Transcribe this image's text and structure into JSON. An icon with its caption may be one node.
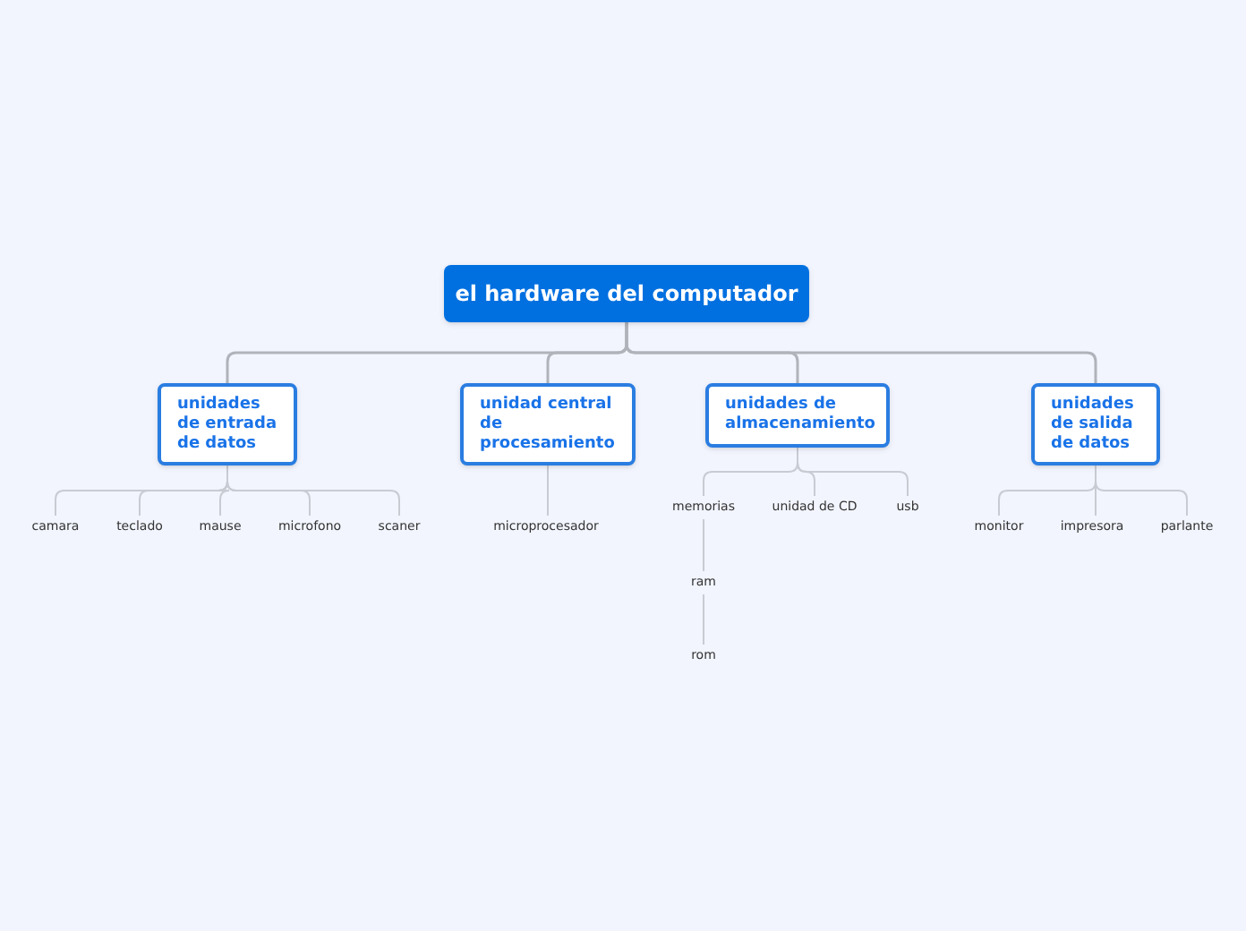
{
  "diagram": {
    "nodes": [
      {
        "text": [
          "el hardware del computador"
        ]
      },
      {
        "text": [
          "unidades de entrada de datos"
        ]
      },
      {
        "text": [
          "unidad central de procesamiento"
        ]
      },
      {
        "text": [
          "unidades de almacenamiento"
        ]
      },
      {
        "text": [
          "unidades de salida de datos"
        ]
      },
      {
        "text": [
          "camara"
        ]
      },
      {
        "text": [
          "teclado"
        ]
      },
      {
        "text": [
          "mause"
        ]
      },
      {
        "text": [
          "microfono"
        ]
      },
      {
        "text": [
          "scaner"
        ]
      },
      {
        "text": [
          "microprocesador"
        ]
      },
      {
        "text": [
          "memorias"
        ]
      },
      {
        "text": [
          "unidad de CD"
        ]
      },
      {
        "text": [
          "usb"
        ]
      },
      {
        "text": [
          "ram"
        ]
      },
      {
        "text": [
          "rom"
        ]
      },
      {
        "text": [
          "monitor"
        ]
      },
      {
        "text": [
          "impresora"
        ]
      },
      {
        "text": [
          "parlante"
        ]
      }
    ],
    "edges": [
      {
        "from": 0,
        "to": 1,
        "arrow": "none"
      },
      {
        "from": 0,
        "to": 2,
        "arrow": "none"
      },
      {
        "from": 0,
        "to": 3,
        "arrow": "none"
      },
      {
        "from": 0,
        "to": 4,
        "arrow": "none"
      },
      {
        "from": 1,
        "to": 5,
        "arrow": "none"
      },
      {
        "from": 1,
        "to": 6,
        "arrow": "none"
      },
      {
        "from": 1,
        "to": 7,
        "arrow": "none"
      },
      {
        "from": 1,
        "to": 8,
        "arrow": "none"
      },
      {
        "from": 1,
        "to": 9,
        "arrow": "none"
      },
      {
        "from": 2,
        "to": 10,
        "arrow": "none"
      },
      {
        "from": 3,
        "to": 11,
        "arrow": "none"
      },
      {
        "from": 3,
        "to": 12,
        "arrow": "none"
      },
      {
        "from": 3,
        "to": 13,
        "arrow": "none"
      },
      {
        "from": 11,
        "to": 14,
        "arrow": "none"
      },
      {
        "from": 14,
        "to": 15,
        "arrow": "none"
      },
      {
        "from": 4,
        "to": 16,
        "arrow": "none"
      },
      {
        "from": 4,
        "to": 17,
        "arrow": "none"
      },
      {
        "from": 4,
        "to": 18,
        "arrow": "none"
      }
    ]
  }
}
